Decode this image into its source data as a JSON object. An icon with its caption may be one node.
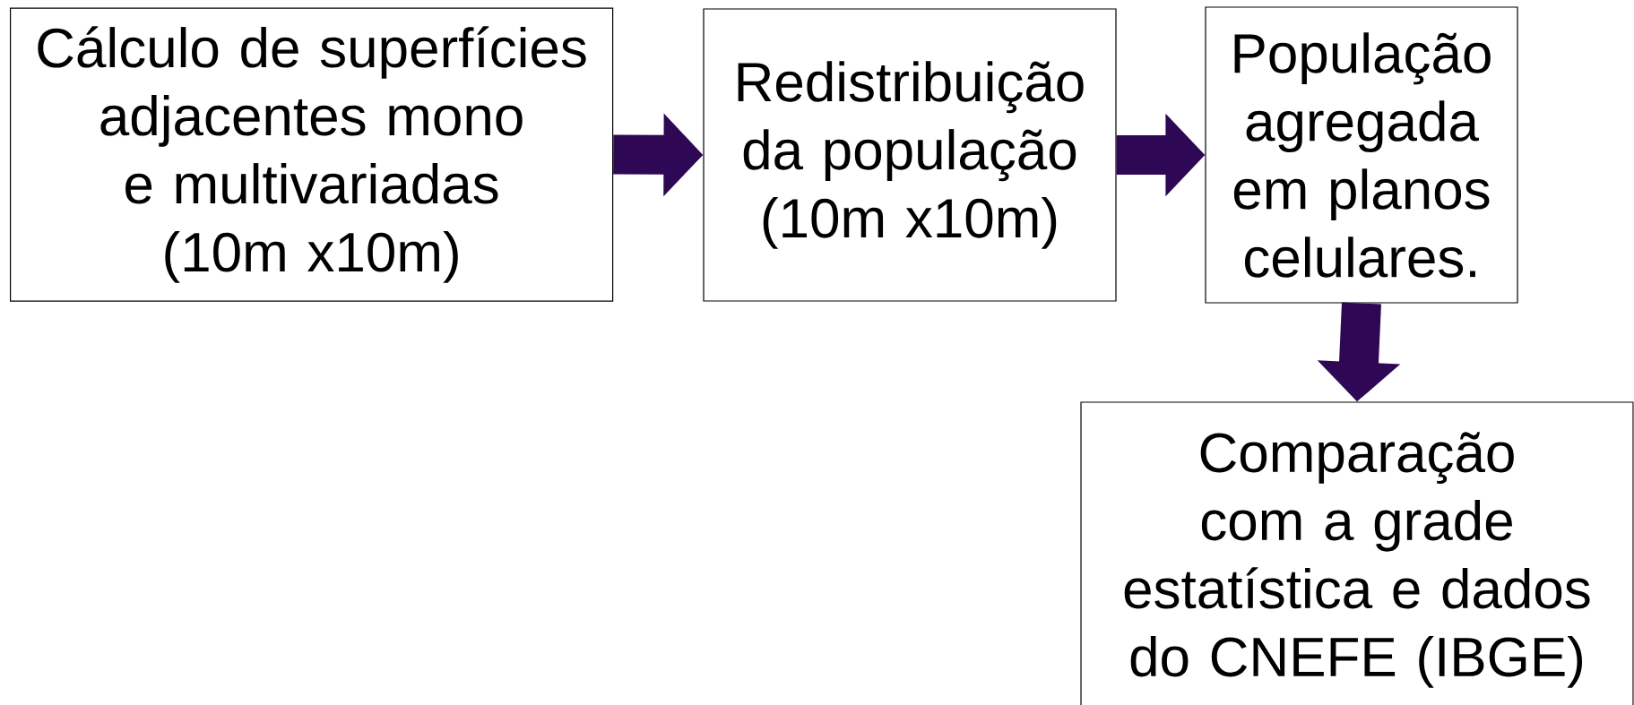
{
  "diagram": {
    "nodes": [
      {
        "text": [
          "Cálculo de superfícies adjacentes mono e multivariadas (10m x10m)"
        ]
      },
      {
        "text": [
          "Redistribuição da população (10m x10m)"
        ]
      },
      {
        "text": [
          "População agregada em planos celulares."
        ]
      },
      {
        "text": [
          "Comparação com a grade estatística e dados do CNEFE (IBGE)"
        ]
      }
    ],
    "edges": [
      {
        "from": 0,
        "to": 1,
        "arrow": "to"
      },
      {
        "from": 1,
        "to": 2,
        "arrow": "to"
      },
      {
        "from": 2,
        "to": 3,
        "arrow": "to"
      }
    ]
  }
}
